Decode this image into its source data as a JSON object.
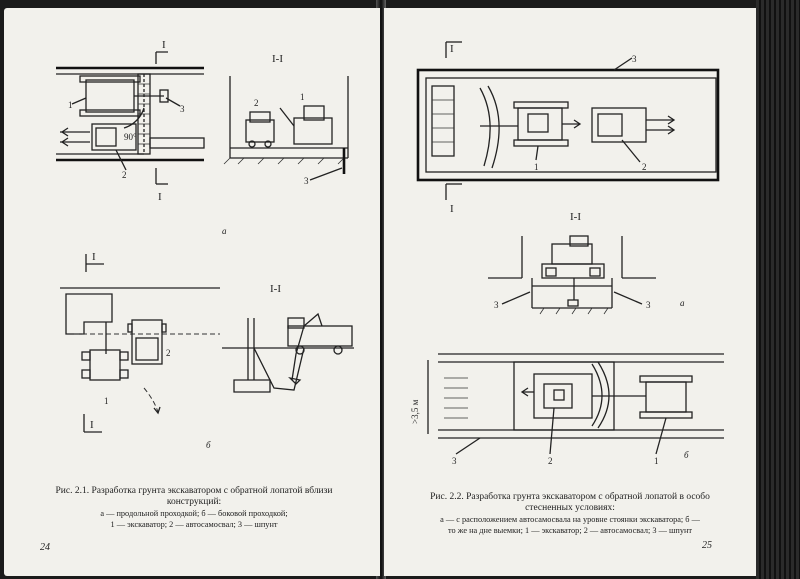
{
  "left_page": {
    "figure_top": {
      "section_mark": "I",
      "section_view_label": "I-I",
      "labels": [
        "1",
        "2",
        "3"
      ],
      "angle": "90°",
      "variant": "а"
    },
    "figure_bottom": {
      "section_mark": "I",
      "section_view_label": "I-I",
      "labels": [
        "1",
        "2"
      ],
      "variant": "б"
    },
    "caption": {
      "title_line1": "Рис. 2.1. Разработка грунта экскаватором с обратной лопатой вблизи",
      "title_line2": "конструкций:",
      "legend_line1": "а — продольной проходкой; б — боковой проходкой;",
      "legend_line2": "1 — экскаватор; 2 — автосамосвал; 3 — шпунт"
    },
    "page_number": "24"
  },
  "right_page": {
    "figure_top": {
      "section_mark": "I",
      "labels": [
        "1",
        "2",
        "3"
      ]
    },
    "figure_middle": {
      "section_view_label": "I-I",
      "labels": [
        "3",
        "3"
      ],
      "variant": "а"
    },
    "figure_bottom": {
      "dimension": ">3,5 м",
      "labels": [
        "1",
        "2",
        "3"
      ],
      "variant": "б"
    },
    "caption": {
      "title_line1": "Рис. 2.2. Разработка грунта экскаватором с обратной лопатой в особо",
      "title_line2": "стесненных условиях:",
      "legend_line1": "а — с расположением автосамосвала на уровне стоянки экскаватора; б —",
      "legend_line2": "то же на дне выемки; 1 — экскаватор; 2 — автосамосвал; 3 — шпунт"
    },
    "page_number": "25"
  },
  "colors": {
    "paper": "#f2f1ec",
    "ink": "#222222",
    "background": "#1b1b1b"
  }
}
